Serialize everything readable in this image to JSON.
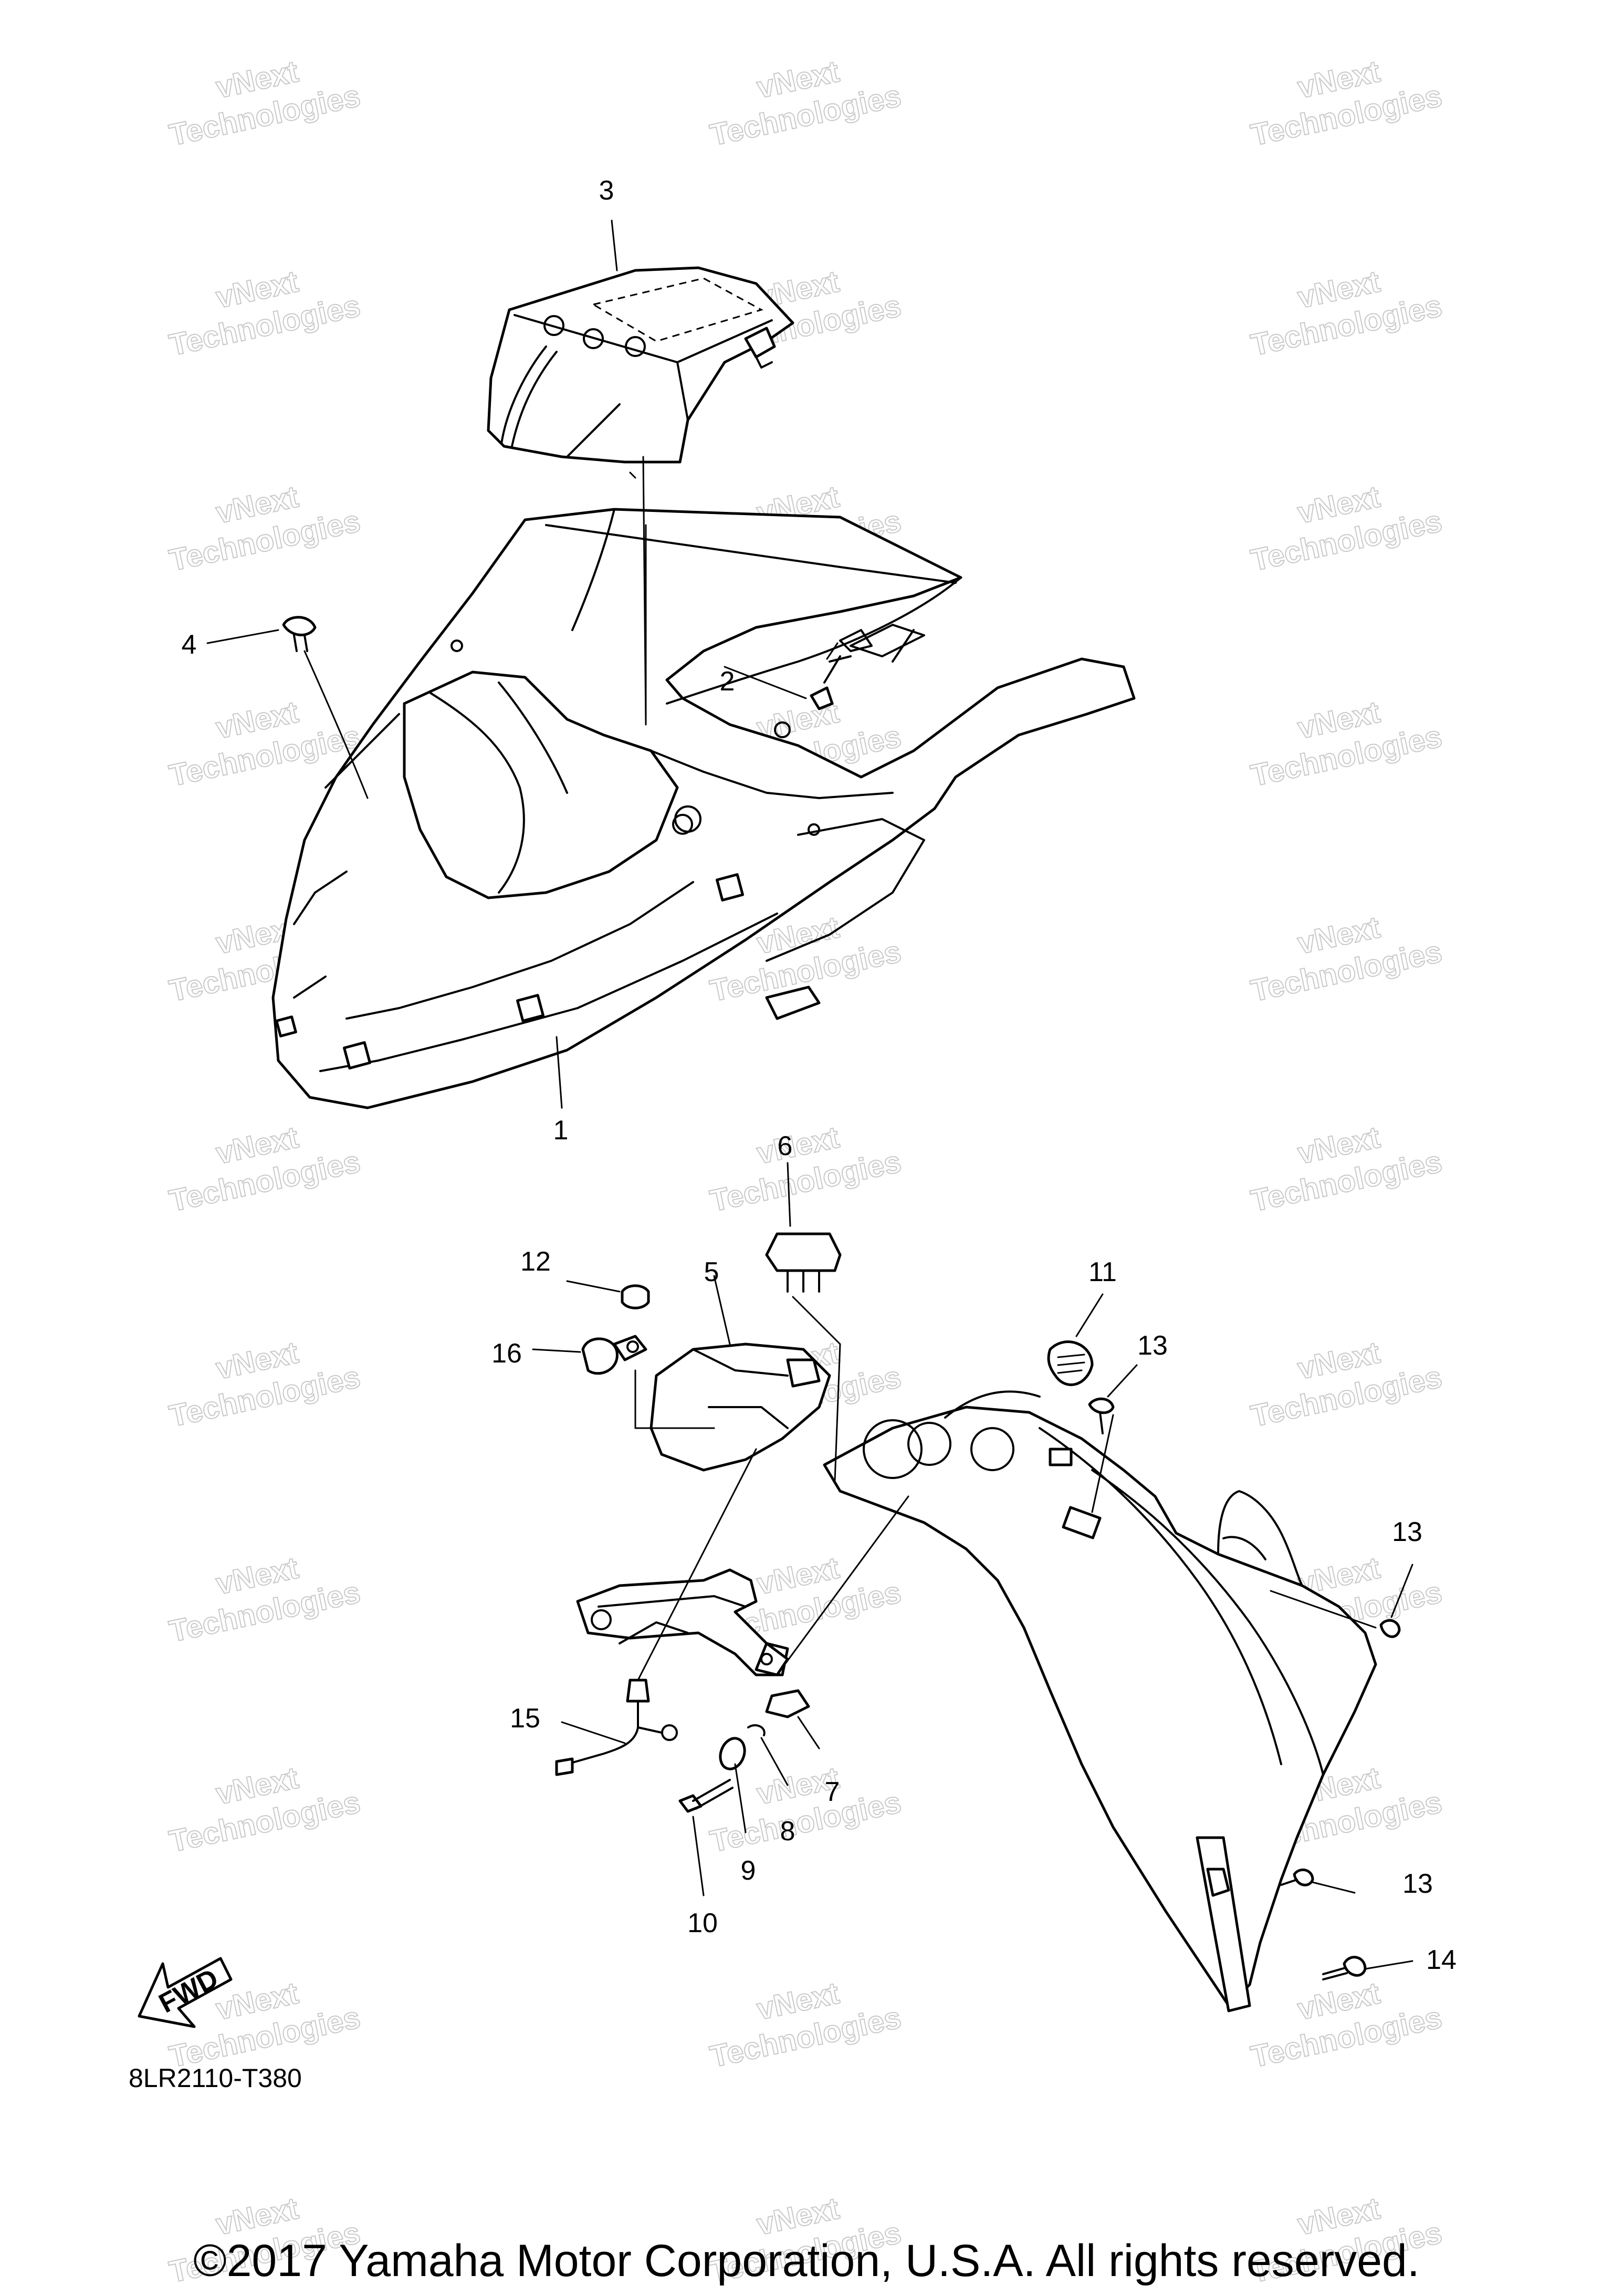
{
  "diagram": {
    "callouts": {
      "c1": "1",
      "c2": "2",
      "c3": "3",
      "c4": "4",
      "c5": "5",
      "c6": "6",
      "c7": "7",
      "c8": "8",
      "c9": "9",
      "c10": "10",
      "c11": "11",
      "c12": "12",
      "c13a": "13",
      "c13b": "13",
      "c13c": "13",
      "c14": "14",
      "c15": "15",
      "c16": "16"
    },
    "fwd_label": "FWD",
    "part_code": "8LR2110-T380"
  },
  "watermark": {
    "line1": "vNext",
    "line2": "Technologies"
  },
  "footer": {
    "copyright": "©2017 Yamaha Motor Corporation, U.S.A. All rights reserved."
  }
}
